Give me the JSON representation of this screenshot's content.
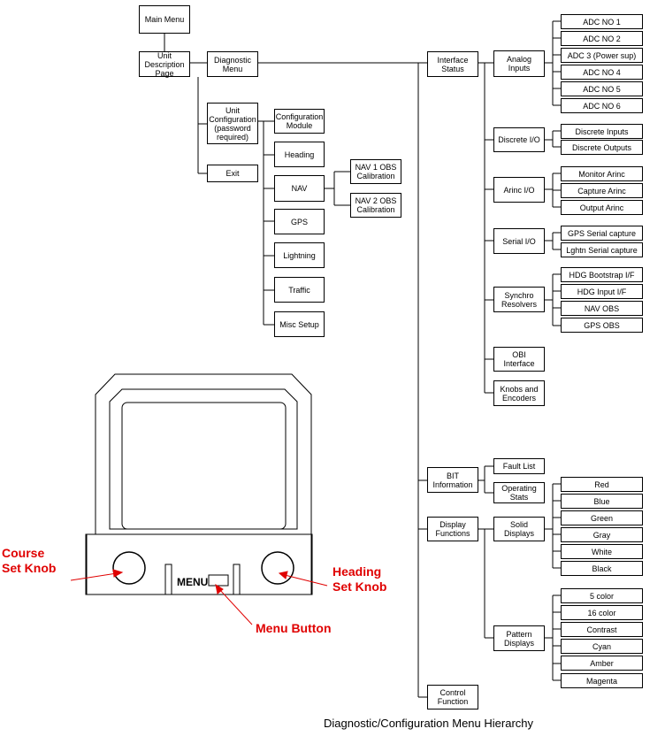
{
  "nodes": {
    "main_menu": "Main Menu",
    "unit_description": "Unit\nDescription\nPage",
    "diagnostic_menu": "Diagnostic\nMenu",
    "unit_configuration": "Unit\nConfiguration\n(password\nrequired)",
    "exit": "Exit",
    "configuration_module": "Configuration\nModule",
    "heading": "Heading",
    "nav": "NAV",
    "nav1_obs": "NAV 1 OBS\nCalibration",
    "nav2_obs": "NAV 2 OBS\nCalibration",
    "gps": "GPS",
    "lightning": "Lightning",
    "traffic": "Traffic",
    "misc_setup": "Misc Setup",
    "interface_status": "Interface\nStatus",
    "analog_inputs": "Analog\nInputs",
    "adc1": "ADC NO 1",
    "adc2": "ADC NO 2",
    "adc3": "ADC 3 (Power sup)",
    "adc4": "ADC NO 4",
    "adc5": "ADC NO 5",
    "adc6": "ADC NO 6",
    "discrete_io": "Discrete I/O",
    "discrete_inputs": "Discrete Inputs",
    "discrete_outputs": "Discrete Outputs",
    "arinc_io": "Arinc I/O",
    "monitor_arinc": "Monitor Arinc",
    "capture_arinc": "Capture Arinc",
    "output_arinc": "Output Arinc",
    "serial_io": "Serial I/O",
    "gps_serial": "GPS Serial capture",
    "lghtn_serial": "Lghtn Serial capture",
    "synchro": "Synchro\nResolvers",
    "hdg_bootstrap": "HDG Bootstrap I/F",
    "hdg_input": "HDG Input I/F",
    "nav_obs": "NAV OBS",
    "gps_obs": "GPS OBS",
    "obi_interface": "OBI\nInterface",
    "knobs_encoders": "Knobs and\nEncoders",
    "bit_information": "BIT\nInformation",
    "fault_list": "Fault List",
    "operating_stats": "Operating\nStats",
    "display_functions": "Display\nFunctions",
    "solid_displays": "Solid\nDisplays",
    "red": "Red",
    "blue": "Blue",
    "green": "Green",
    "gray": "Gray",
    "white": "White",
    "black": "Black",
    "pattern_displays": "Pattern\nDisplays",
    "color5": "5 color",
    "color16": "16 color",
    "contrast": "Contrast",
    "cyan": "Cyan",
    "amber": "Amber",
    "magenta": "Magenta",
    "control_function": "Control\nFunction"
  },
  "device": {
    "menu_label": "MENU",
    "course_knob": "Course\nSet Knob",
    "heading_knob": "Heading\nSet Knob",
    "menu_button": "Menu Button"
  },
  "caption": "Diagnostic/Configuration Menu Hierarchy",
  "colors": {
    "callout": "#e00000",
    "line": "#000000"
  }
}
